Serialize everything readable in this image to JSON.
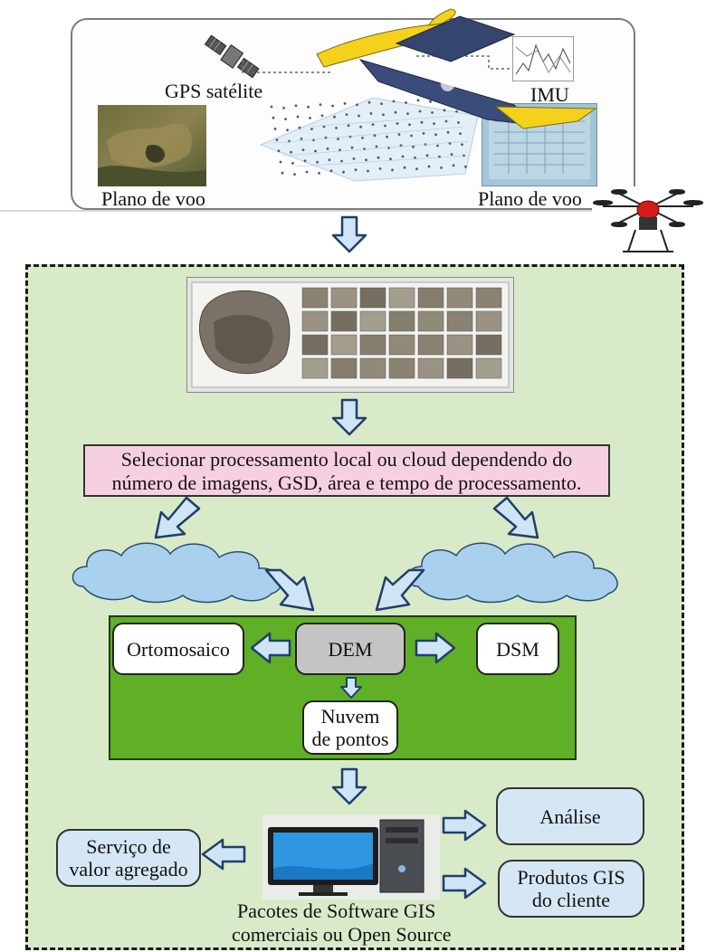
{
  "top": {
    "gps_label": "GPS satélite",
    "imu_label": "IMU",
    "flight_plan_left": "Plano de voo",
    "flight_plan_right": "Plano de voo"
  },
  "processing": {
    "select_line1": "Selecionar processamento local ou cloud dependendo do",
    "select_line2": "número de imagens, GSD, área e tempo de processamento."
  },
  "products": {
    "ortho": "Ortomosaico",
    "dem": "DEM",
    "dsm": "DSM",
    "cloud_line1": "Nuvem",
    "cloud_line2": "de pontos"
  },
  "software": {
    "line1": "Pacotes de Software GIS",
    "line2": "comerciais ou Open Source"
  },
  "outputs": {
    "value_line1": "Serviço de",
    "value_line2": "valor agregado",
    "analysis": "Análise",
    "gis_line1": "Produtos GIS",
    "gis_line2": "do cliente"
  },
  "colors": {
    "panel": "#d9eac9",
    "pink": "#f6d0e1",
    "green": "#5faf27",
    "cloud": "#a9d0ec",
    "arrow_fill": "#cfe4f5",
    "arrow_stroke": "#1f3f6a",
    "output_box": "#d5e7f4",
    "dem_box": "#c4c4c4"
  }
}
